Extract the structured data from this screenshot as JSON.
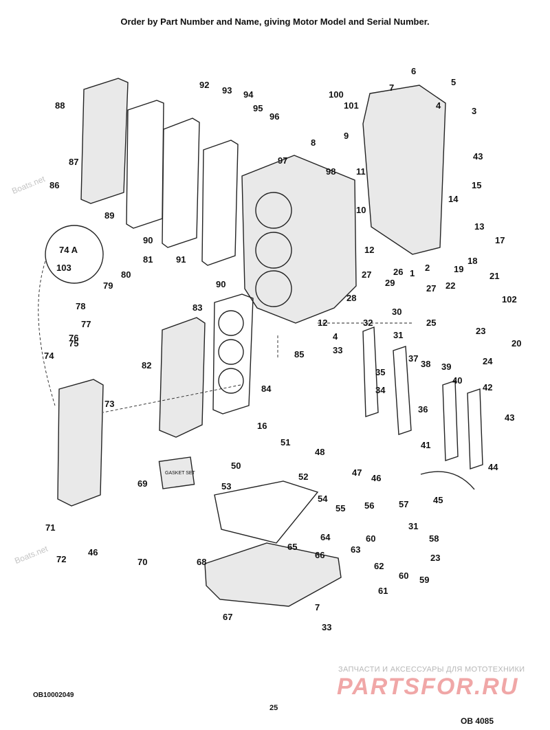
{
  "header": {
    "text": "Order by Part Number and Name, giving Motor Model and Serial Number."
  },
  "footer": {
    "left_code": "OB10002049",
    "page_number": "25",
    "right_code": "OB 4085"
  },
  "watermarks": {
    "site": "Boats.net",
    "tagline": "ЗАПЧАСТИ И АКСЕССУАРЫ ДЛЯ МОТОТЕХНИКИ",
    "brand": "PARTSFOR.RU"
  },
  "gasket_label": "GASKET SET",
  "callouts": [
    "88",
    "87",
    "86",
    "89",
    "90",
    "91",
    "90",
    "92",
    "93",
    "94",
    "95",
    "96",
    "97",
    "98",
    "100",
    "101",
    "9",
    "8",
    "11",
    "10",
    "12",
    "7",
    "6",
    "5",
    "4",
    "3",
    "43",
    "15",
    "14",
    "13",
    "17",
    "18",
    "19",
    "2",
    "1",
    "26",
    "27",
    "27",
    "22",
    "21",
    "102",
    "23",
    "20",
    "24",
    "25",
    "28",
    "29",
    "30",
    "32",
    "31",
    "12",
    "4",
    "33",
    "85",
    "74 A",
    "103",
    "81",
    "80",
    "79",
    "78",
    "77",
    "76",
    "75",
    "74",
    "73",
    "83",
    "82",
    "84",
    "35",
    "34",
    "37",
    "38",
    "39",
    "40",
    "36",
    "42",
    "43",
    "41",
    "44",
    "45",
    "16",
    "51",
    "50",
    "52",
    "48",
    "47",
    "46",
    "69",
    "53",
    "54",
    "55",
    "56",
    "57",
    "63",
    "60",
    "31",
    "58",
    "23",
    "62",
    "60",
    "59",
    "61",
    "64",
    "65",
    "66",
    "68",
    "67",
    "7",
    "33",
    "71",
    "72",
    "46",
    "70"
  ]
}
